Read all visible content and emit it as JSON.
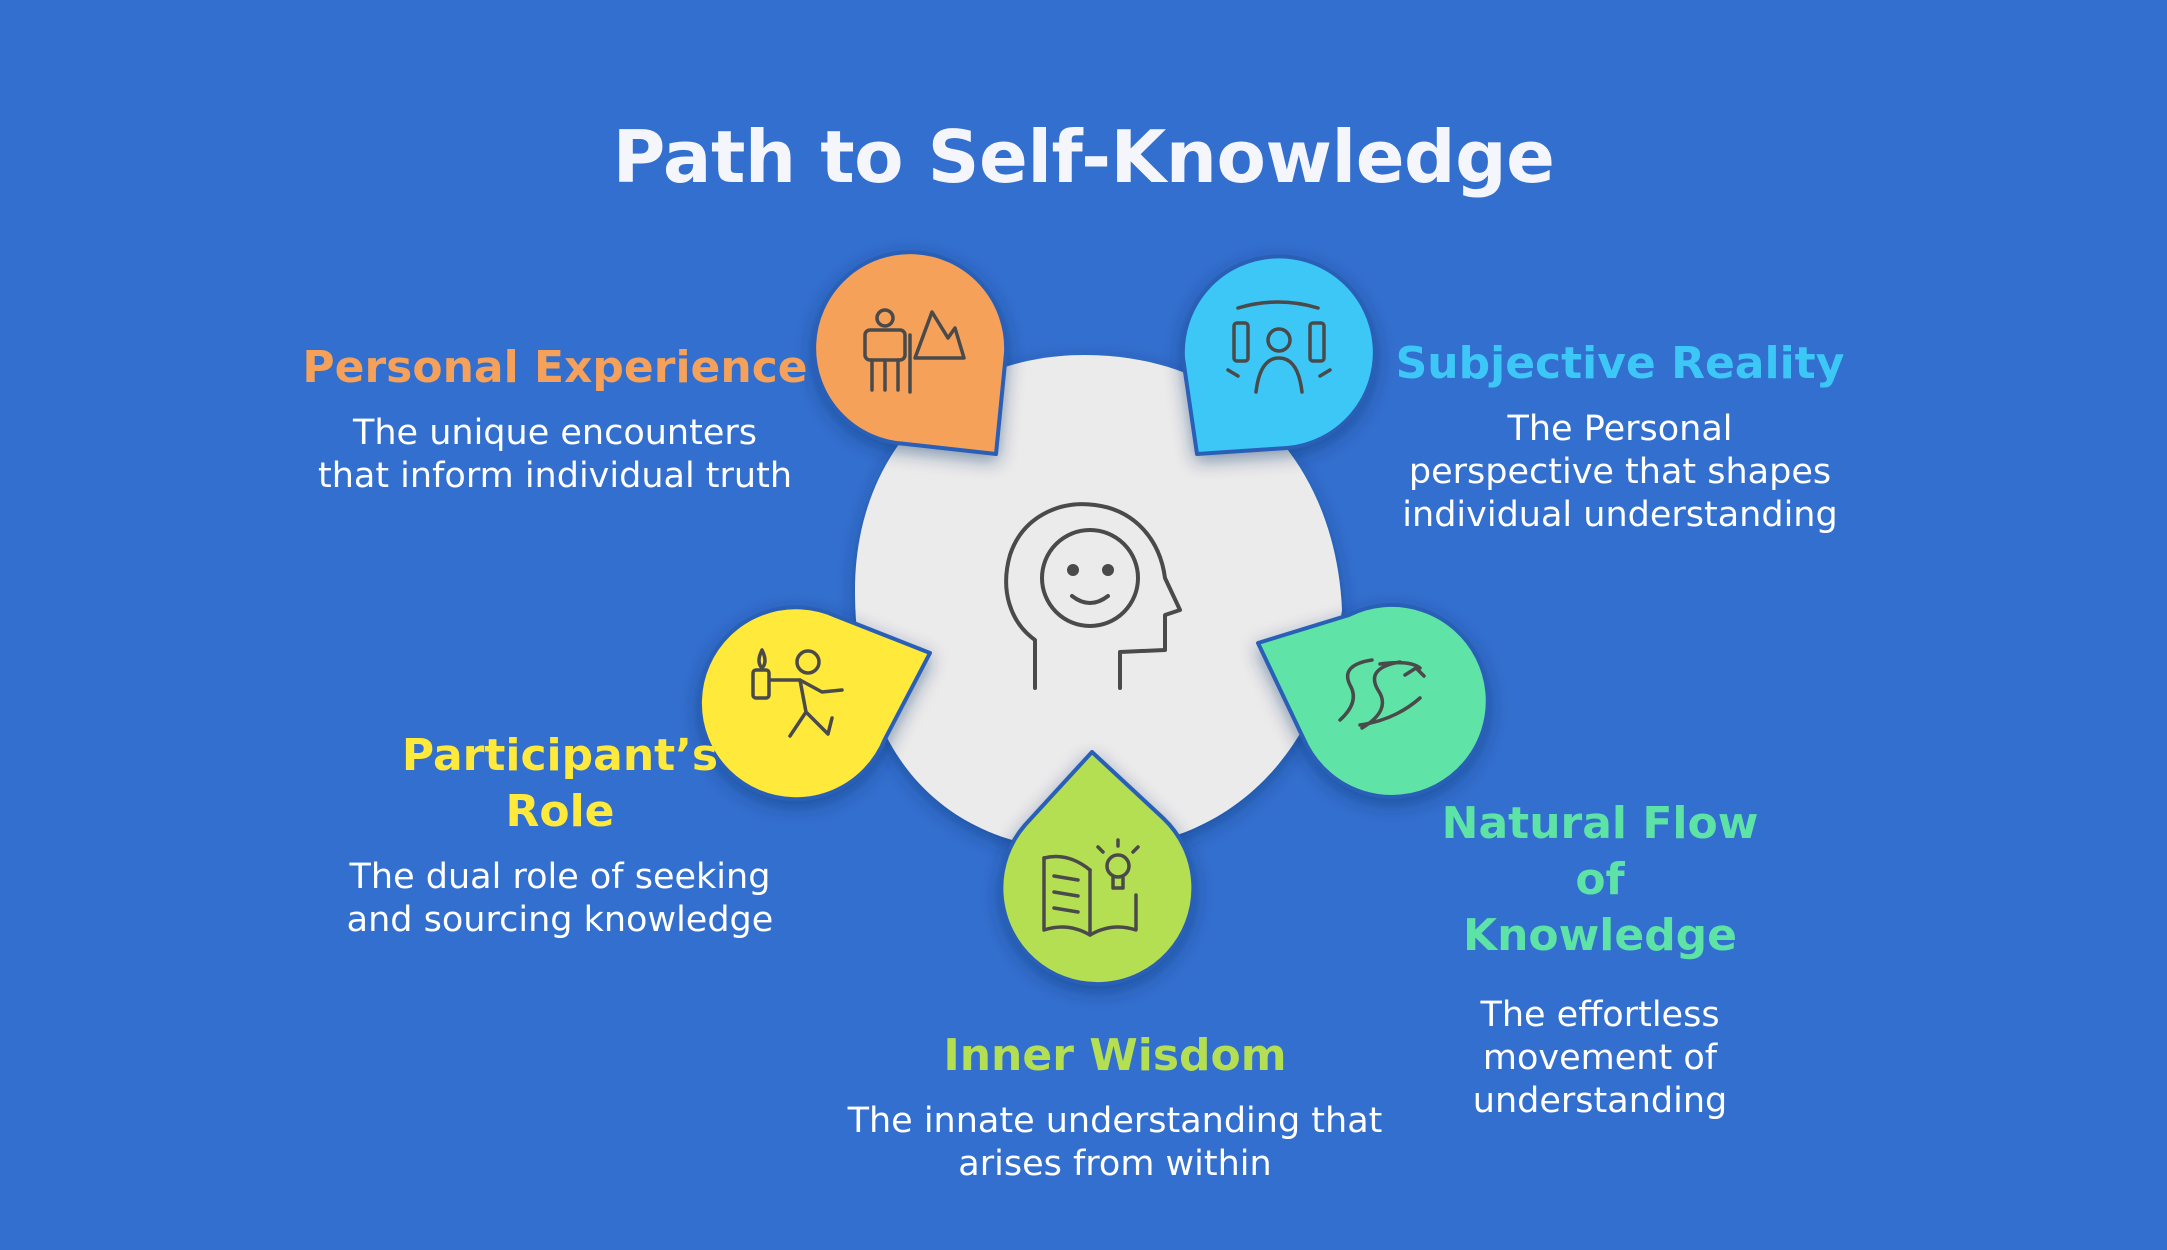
{
  "title": "Path to Self-Knowledge",
  "colors": {
    "background": "#336fce",
    "hub": "#ebebeb",
    "personal_experience": "#f5a15a",
    "subjective_reality": "#3cc7f6",
    "participants_role": "#ffe93a",
    "natural_flow": "#5ee3a6",
    "inner_wisdom": "#b5df52"
  },
  "center": {
    "icon": "head-smile-icon"
  },
  "items": {
    "personal_experience": {
      "label": "Personal Experience",
      "description_line1": "The unique encounters",
      "description_line2": "that inform individual truth",
      "icon": "hiker-mountain-icon"
    },
    "subjective_reality": {
      "label": "Subjective Reality",
      "description_line1": "The Personal",
      "description_line2": "perspective that shapes",
      "description_line3": "individual understanding",
      "icon": "person-vr-icon"
    },
    "participants_role": {
      "label_line1": "Participant’s",
      "label_line2": "Role",
      "description_line1": "The dual role of seeking",
      "description_line2": "and sourcing knowledge",
      "icon": "torch-runner-icon"
    },
    "natural_flow": {
      "label_line1": "Natural Flow of",
      "label_line2": "Knowledge",
      "description_line1": "The effortless",
      "description_line2": "movement of",
      "description_line3": "understanding",
      "icon": "river-icon"
    },
    "inner_wisdom": {
      "label": "Inner Wisdom",
      "description_line1": "The innate understanding that",
      "description_line2": "arises from within",
      "icon": "book-lightbulb-icon"
    }
  }
}
